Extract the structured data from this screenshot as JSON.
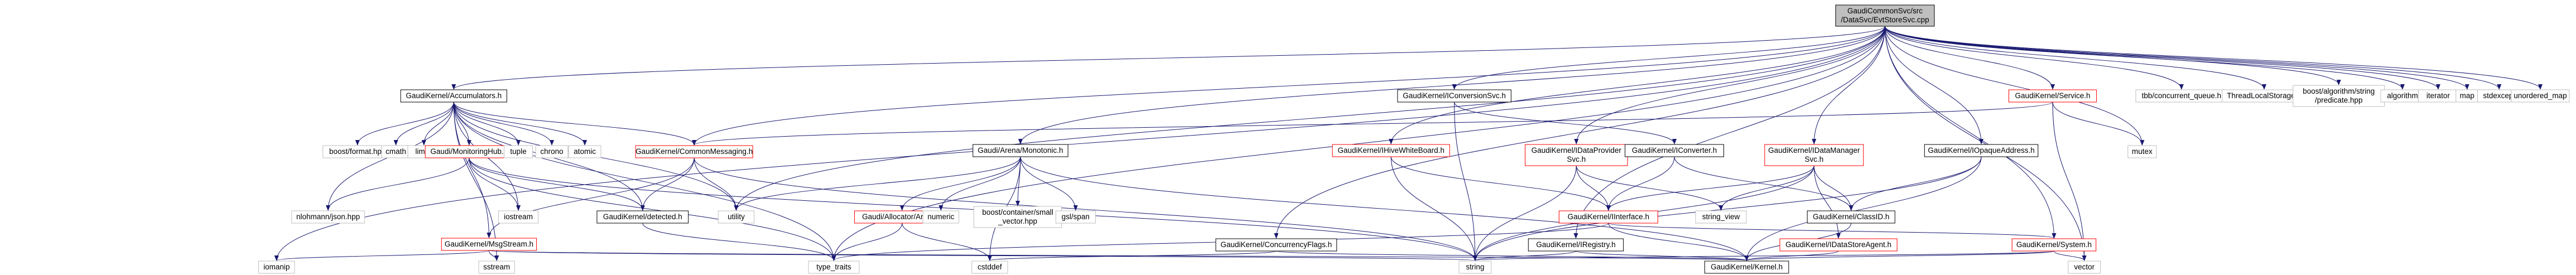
{
  "palette": {
    "edge": "#191970",
    "root_fill": "#bfbfbf",
    "node_fill": "#ffffff",
    "node_stroke": "#000000",
    "linked_node_stroke": "#ff0000",
    "external_stroke": "#bfbfbf"
  },
  "nodes": [
    {
      "id": "root",
      "kind": "root",
      "lines": [
        "GaudiCommonSvc/src",
        "/DataSvc/EvtStoreSvc.cpp"
      ]
    },
    {
      "id": "accumulators",
      "kind": "normal",
      "lines": [
        "GaudiKernel/Accumulators.h"
      ]
    },
    {
      "id": "boostformat",
      "kind": "external",
      "lines": [
        "boost/format.hpp"
      ]
    },
    {
      "id": "cmath",
      "kind": "external",
      "lines": [
        "cmath"
      ]
    },
    {
      "id": "limits",
      "kind": "external",
      "lines": [
        "limits"
      ]
    },
    {
      "id": "monitoringhub",
      "kind": "linked",
      "lines": [
        "Gaudi/MonitoringHub.h"
      ]
    },
    {
      "id": "tuple",
      "kind": "external",
      "lines": [
        "tuple"
      ]
    },
    {
      "id": "chrono",
      "kind": "external",
      "lines": [
        "chrono"
      ]
    },
    {
      "id": "atomic",
      "kind": "external",
      "lines": [
        "atomic"
      ]
    },
    {
      "id": "commonmessaging",
      "kind": "linked",
      "lines": [
        "GaudiKernel/CommonMessaging.h"
      ]
    },
    {
      "id": "nlohmann",
      "kind": "external",
      "lines": [
        "nlohmann/json.hpp"
      ]
    },
    {
      "id": "iostream",
      "kind": "external",
      "lines": [
        "iostream"
      ]
    },
    {
      "id": "msgstream",
      "kind": "linked",
      "lines": [
        "GaudiKernel/MsgStream.h"
      ]
    },
    {
      "id": "detected",
      "kind": "normal",
      "lines": [
        "GaudiKernel/detected.h"
      ]
    },
    {
      "id": "utility",
      "kind": "external",
      "lines": [
        "utility"
      ]
    },
    {
      "id": "iomanip",
      "kind": "external",
      "lines": [
        "iomanip"
      ]
    },
    {
      "id": "sstream",
      "kind": "external",
      "lines": [
        "sstream"
      ]
    },
    {
      "id": "typetraits",
      "kind": "external",
      "lines": [
        "type_traits"
      ]
    },
    {
      "id": "string",
      "kind": "external",
      "lines": [
        "string"
      ]
    },
    {
      "id": "monotonic",
      "kind": "normal",
      "lines": [
        "Gaudi/Arena/Monotonic.h"
      ]
    },
    {
      "id": "allocatorarena",
      "kind": "linked",
      "lines": [
        "Gaudi/Allocator/Arena.h"
      ]
    },
    {
      "id": "numeric",
      "kind": "external",
      "lines": [
        "numeric"
      ]
    },
    {
      "id": "smallvector",
      "kind": "external",
      "lines": [
        "boost/container/small",
        "_vector.hpp"
      ]
    },
    {
      "id": "gslspan",
      "kind": "external",
      "lines": [
        "gsl/span"
      ]
    },
    {
      "id": "cstddef",
      "kind": "external",
      "lines": [
        "cstddef"
      ]
    },
    {
      "id": "iconversionsvc",
      "kind": "normal",
      "lines": [
        "GaudiKernel/IConversionSvc.h"
      ]
    },
    {
      "id": "ihivewhiteboard",
      "kind": "linked",
      "lines": [
        "GaudiKernel/IHiveWhiteBoard.h"
      ]
    },
    {
      "id": "concurrencyflags",
      "kind": "normal",
      "lines": [
        "GaudiKernel/ConcurrencyFlags.h"
      ]
    },
    {
      "id": "idataprovidersvc",
      "kind": "linked",
      "lines": [
        "GaudiKernel/IDataProvider",
        "Svc.h"
      ]
    },
    {
      "id": "iconverter",
      "kind": "normal",
      "lines": [
        "GaudiKernel/IConverter.h"
      ]
    },
    {
      "id": "idatamanagersvc",
      "kind": "linked",
      "lines": [
        "GaudiKernel/IDataManager",
        "Svc.h"
      ]
    },
    {
      "id": "iinterface",
      "kind": "linked",
      "lines": [
        "GaudiKernel/IInterface.h"
      ]
    },
    {
      "id": "stringview",
      "kind": "external",
      "lines": [
        "string_view"
      ]
    },
    {
      "id": "iregistry",
      "kind": "normal",
      "lines": [
        "GaudiKernel/IRegistry.h"
      ]
    },
    {
      "id": "iopaqueaddress",
      "kind": "normal",
      "lines": [
        "GaudiKernel/IOpaqueAddress.h"
      ]
    },
    {
      "id": "classid",
      "kind": "normal",
      "lines": [
        "GaudiKernel/ClassID.h"
      ]
    },
    {
      "id": "idatastoreagent",
      "kind": "linked",
      "lines": [
        "GaudiKernel/IDataStoreAgent.h"
      ]
    },
    {
      "id": "kernel",
      "kind": "normal",
      "lines": [
        "GaudiKernel/Kernel.h"
      ]
    },
    {
      "id": "service",
      "kind": "linked",
      "lines": [
        "GaudiKernel/Service.h"
      ]
    },
    {
      "id": "system",
      "kind": "linked",
      "lines": [
        "GaudiKernel/System.h"
      ]
    },
    {
      "id": "vector",
      "kind": "external",
      "lines": [
        "vector"
      ]
    },
    {
      "id": "mutex",
      "kind": "external",
      "lines": [
        "mutex"
      ]
    },
    {
      "id": "tbbqueue",
      "kind": "external",
      "lines": [
        "tbb/concurrent_queue.h"
      ]
    },
    {
      "id": "threadlocal",
      "kind": "external",
      "lines": [
        "ThreadLocalStorage.h"
      ]
    },
    {
      "id": "boostpredicate",
      "kind": "external",
      "lines": [
        "boost/algorithm/string",
        "/predicate.hpp"
      ]
    },
    {
      "id": "algorithm",
      "kind": "external",
      "lines": [
        "algorithm"
      ]
    },
    {
      "id": "iterator",
      "kind": "external",
      "lines": [
        "iterator"
      ]
    },
    {
      "id": "map",
      "kind": "external",
      "lines": [
        "map"
      ]
    },
    {
      "id": "stdexcept",
      "kind": "external",
      "lines": [
        "stdexcept"
      ]
    },
    {
      "id": "unorderedmap",
      "kind": "external",
      "lines": [
        "unordered_map"
      ]
    }
  ],
  "edges": [
    [
      "root",
      "accumulators"
    ],
    [
      "root",
      "utility"
    ],
    [
      "root",
      "typetraits"
    ],
    [
      "root",
      "monotonic"
    ],
    [
      "root",
      "iomanip"
    ],
    [
      "root",
      "iconversionsvc"
    ],
    [
      "root",
      "idataprovidersvc"
    ],
    [
      "root",
      "idatamanagersvc"
    ],
    [
      "root",
      "iopaqueaddress"
    ],
    [
      "root",
      "concurrencyflags"
    ],
    [
      "root",
      "iregistry"
    ],
    [
      "root",
      "service"
    ],
    [
      "root",
      "system"
    ],
    [
      "root",
      "vector"
    ],
    [
      "root",
      "mutex"
    ],
    [
      "root",
      "tbbqueue"
    ],
    [
      "root",
      "threadlocal"
    ],
    [
      "root",
      "boostpredicate"
    ],
    [
      "root",
      "algorithm"
    ],
    [
      "root",
      "iterator"
    ],
    [
      "root",
      "map"
    ],
    [
      "root",
      "stdexcept"
    ],
    [
      "root",
      "unorderedmap"
    ],
    [
      "root",
      "ihivewhiteboard"
    ],
    [
      "root",
      "commonmessaging"
    ],
    [
      "accumulators",
      "boostformat"
    ],
    [
      "accumulators",
      "cmath"
    ],
    [
      "accumulators",
      "limits"
    ],
    [
      "accumulators",
      "monitoringhub"
    ],
    [
      "accumulators",
      "tuple"
    ],
    [
      "accumulators",
      "chrono"
    ],
    [
      "accumulators",
      "atomic"
    ],
    [
      "accumulators",
      "commonmessaging"
    ],
    [
      "accumulators",
      "nlohmann"
    ],
    [
      "accumulators",
      "iostream"
    ],
    [
      "accumulators",
      "msgstream"
    ],
    [
      "accumulators",
      "detected"
    ],
    [
      "accumulators",
      "utility"
    ],
    [
      "accumulators",
      "sstream"
    ],
    [
      "accumulators",
      "typetraits"
    ],
    [
      "monitoringhub",
      "nlohmann"
    ],
    [
      "monitoringhub",
      "iostream"
    ],
    [
      "monitoringhub",
      "detected"
    ],
    [
      "monitoringhub",
      "string"
    ],
    [
      "monitoringhub",
      "typetraits"
    ],
    [
      "commonmessaging",
      "msgstream"
    ],
    [
      "commonmessaging",
      "detected"
    ],
    [
      "commonmessaging",
      "utility"
    ],
    [
      "commonmessaging",
      "string"
    ],
    [
      "msgstream",
      "iomanip"
    ],
    [
      "msgstream",
      "sstream"
    ],
    [
      "msgstream",
      "string"
    ],
    [
      "msgstream",
      "kernel"
    ],
    [
      "detected",
      "typetraits"
    ],
    [
      "monotonic",
      "allocatorarena"
    ],
    [
      "monotonic",
      "numeric"
    ],
    [
      "monotonic",
      "smallvector"
    ],
    [
      "monotonic",
      "gslspan"
    ],
    [
      "monotonic",
      "cstddef"
    ],
    [
      "monotonic",
      "utility"
    ],
    [
      "monotonic",
      "kernel"
    ],
    [
      "allocatorarena",
      "typetraits"
    ],
    [
      "allocatorarena",
      "cstddef"
    ],
    [
      "iconversionsvc",
      "iconverter"
    ],
    [
      "iconversionsvc",
      "string"
    ],
    [
      "ihivewhiteboard",
      "iinterface"
    ],
    [
      "ihivewhiteboard",
      "string"
    ],
    [
      "concurrencyflags",
      "kernel"
    ],
    [
      "concurrencyflags",
      "cstddef"
    ],
    [
      "idataprovidersvc",
      "iinterface"
    ],
    [
      "idataprovidersvc",
      "string"
    ],
    [
      "idataprovidersvc",
      "stringview"
    ],
    [
      "iconverter",
      "iinterface"
    ],
    [
      "iconverter",
      "classid"
    ],
    [
      "idatamanagersvc",
      "iinterface"
    ],
    [
      "idatamanagersvc",
      "classid"
    ],
    [
      "idatamanagersvc",
      "idatastoreagent"
    ],
    [
      "idatamanagersvc",
      "string"
    ],
    [
      "idatamanagersvc",
      "stringview"
    ],
    [
      "iinterface",
      "system"
    ],
    [
      "iinterface",
      "kernel"
    ],
    [
      "iinterface",
      "typetraits"
    ],
    [
      "iregistry",
      "kernel"
    ],
    [
      "iregistry",
      "string"
    ],
    [
      "iopaqueaddress",
      "kernel"
    ],
    [
      "iopaqueaddress",
      "classid"
    ],
    [
      "iopaqueaddress",
      "string"
    ],
    [
      "classid",
      "kernel"
    ],
    [
      "idatastoreagent",
      "kernel"
    ],
    [
      "service",
      "mutex"
    ],
    [
      "service",
      "vector"
    ],
    [
      "service",
      "commonmessaging"
    ],
    [
      "system",
      "kernel"
    ],
    [
      "system",
      "string"
    ],
    [
      "system",
      "vector"
    ]
  ]
}
